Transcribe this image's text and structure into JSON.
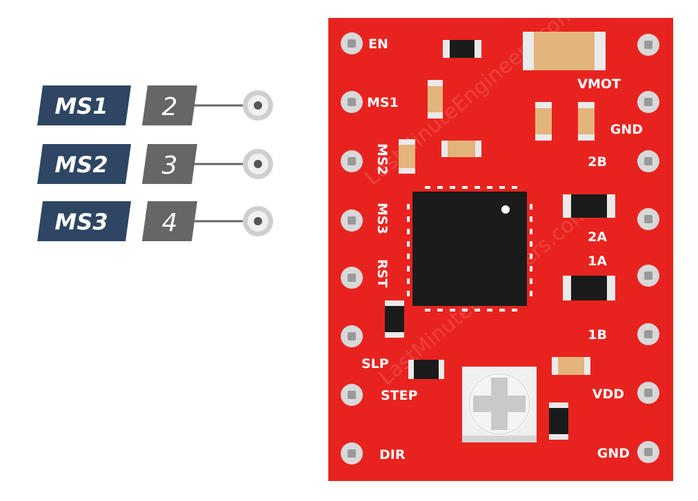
{
  "callouts": [
    {
      "name": "MS1",
      "number": "2"
    },
    {
      "name": "MS2",
      "number": "3"
    },
    {
      "name": "MS3",
      "number": "4"
    }
  ],
  "board": {
    "left_labels": {
      "en": "EN",
      "ms1": "MS1",
      "ms2": "MS2",
      "ms3": "MS3",
      "rst": "RST",
      "slp": "SLP",
      "step": "STEP",
      "dir": "DIR"
    },
    "right_labels": {
      "vmot": "VMOT",
      "gnd_top": "GND",
      "b2": "2B",
      "a2": "2A",
      "a1": "1A",
      "b1": "1B",
      "vdd": "VDD",
      "gnd_bottom": "GND"
    },
    "watermark": "LastMinuteEngineers.com"
  },
  "colors": {
    "board": "#e8231f",
    "callout_name_bg": "#2e4663",
    "callout_number_bg": "#666666",
    "chip": "#1b1b1b",
    "pad": "#d8d8d8",
    "component_tan": "#e3b47c"
  }
}
